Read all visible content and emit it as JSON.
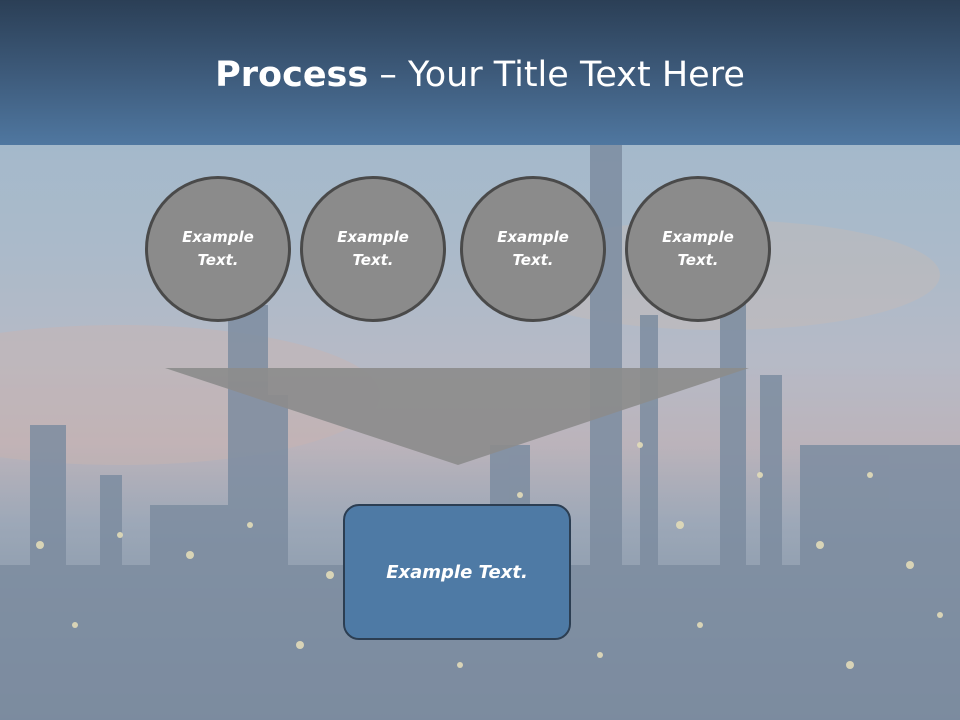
{
  "slide": {
    "title_bold": "Process",
    "title_rest": " – Your Title Text Here"
  },
  "circles": [
    {
      "label": "Example\nText."
    },
    {
      "label": "Example\nText."
    },
    {
      "label": "Example\nText."
    },
    {
      "label": "Example\nText."
    }
  ],
  "result": {
    "label": "Example Text."
  },
  "colors": {
    "header": "#3d5a7a",
    "circle_fill": "#8b8b8b",
    "circle_border": "#4a4a4a",
    "funnel": "#8c8c8c",
    "result_fill": "#4e7aa5"
  }
}
